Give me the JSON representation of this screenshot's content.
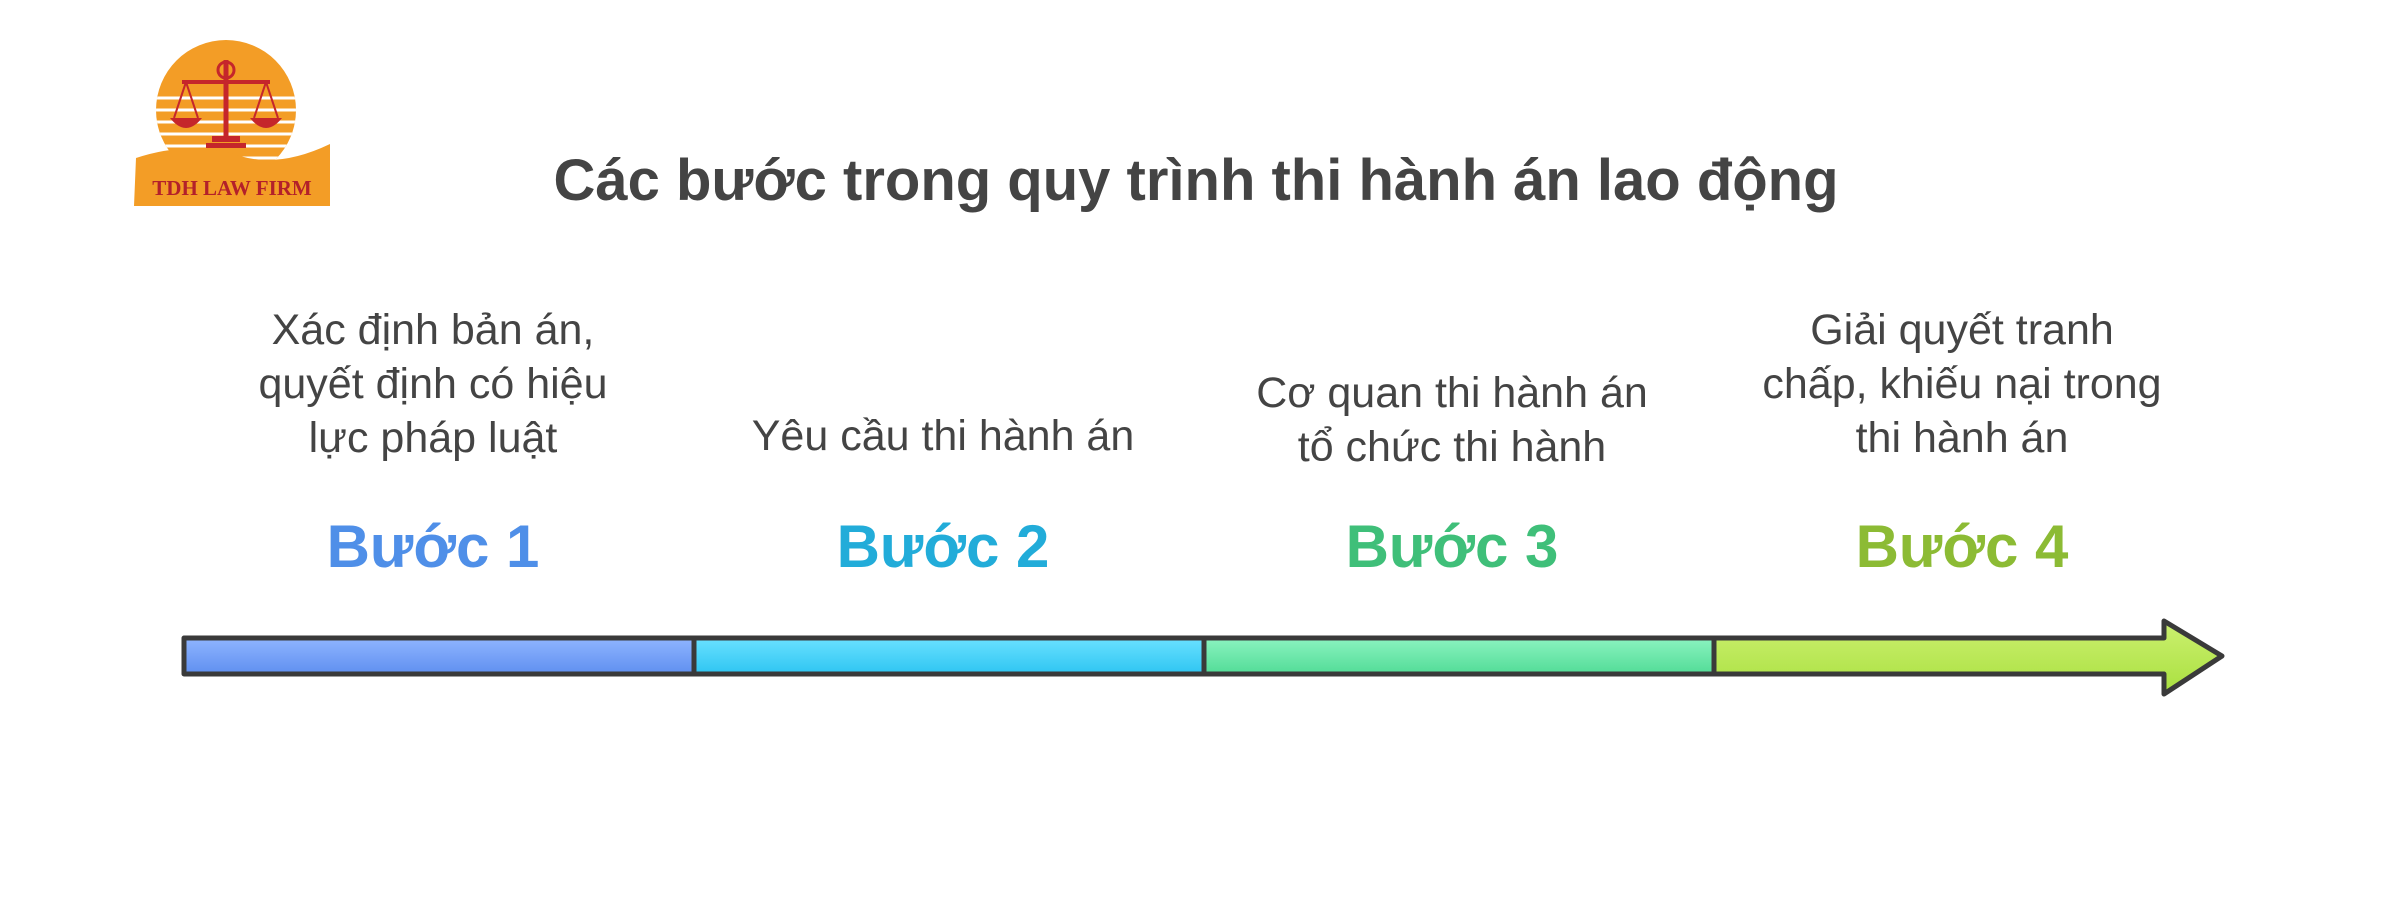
{
  "logo": {
    "text": "TDH LAW FIRM"
  },
  "title": "Các bước trong quy trình thi hành án lao động",
  "steps": [
    {
      "label": "Bước 1",
      "lines": [
        "Xác định bản án,",
        "quyết định có hiệu",
        "lực pháp luật"
      ],
      "color": "#4f8fe8",
      "bar_top": "#8fb5ff",
      "bar_bottom": "#5f8ff0"
    },
    {
      "label": "Bước 2",
      "lines": [
        "Yêu cầu thi hành án"
      ],
      "color": "#22acd9",
      "bar_top": "#6ae1ff",
      "bar_bottom": "#2ec5f2"
    },
    {
      "label": "Bước 3",
      "lines": [
        "Cơ quan thi hành án",
        "tổ chức thi hành"
      ],
      "color": "#3fbf79",
      "bar_top": "#8bf3c0",
      "bar_bottom": "#52dc97"
    },
    {
      "label": "Bước 4",
      "lines": [
        "Giải quyết tranh",
        "chấp, khiếu nại trong",
        "thi hành án"
      ],
      "color": "#8cbb34",
      "bar_top": "#ccf070",
      "bar_bottom": "#a9e03f"
    }
  ]
}
